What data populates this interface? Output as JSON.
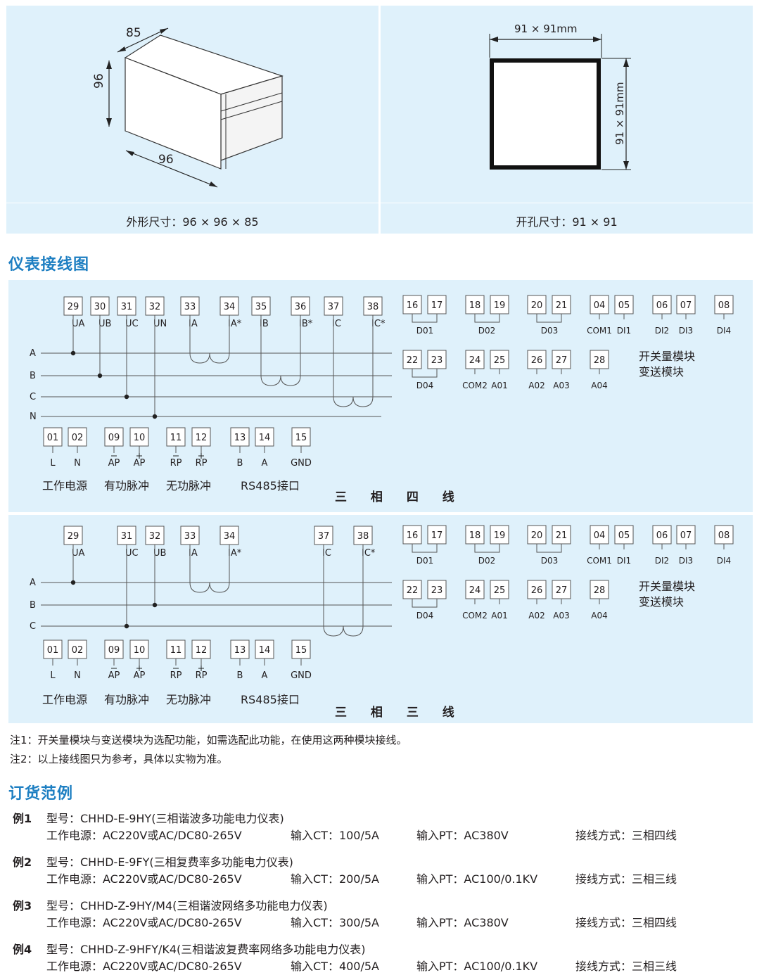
{
  "dimensions": {
    "outline": {
      "caption": "外形尺寸：96 × 96 × 85",
      "dim_depth": "85",
      "dim_height": "96",
      "dim_width": "96"
    },
    "cutout": {
      "caption": "开孔尺寸：91 × 91",
      "dim_width": "91 × 91mm",
      "dim_height": "91 × 91mm"
    }
  },
  "wiring": {
    "title": "仪表接线图",
    "three_phase_four_wire": {
      "name": "三 相 四 线",
      "terminals": [
        "29",
        "30",
        "31",
        "32",
        "33",
        "34",
        "35",
        "36",
        "37",
        "38"
      ],
      "terminal_labels": [
        "UA",
        "UB",
        "UC",
        "UN",
        "IA",
        "IA*",
        "IB",
        "IB*",
        "IC",
        "IC*"
      ],
      "lines": [
        "A",
        "B",
        "C",
        "N"
      ],
      "bottom_terminals": [
        "01",
        "02",
        "09",
        "10",
        "11",
        "12",
        "13",
        "14",
        "15"
      ],
      "bottom_labels": [
        "L",
        "N",
        "AP",
        "AP",
        "RP",
        "RP",
        "B",
        "A",
        "GND"
      ],
      "groups": [
        "工作电源",
        "有功脉冲",
        "无功脉冲",
        "RS485接口"
      ]
    },
    "three_phase_three_wire": {
      "name": "三 相 三 线",
      "terminals": [
        "29",
        "31",
        "32",
        "33",
        "34",
        "37",
        "38"
      ],
      "terminal_labels": [
        "UA",
        "UC",
        "UB",
        "IA",
        "IA*",
        "IC",
        "IC*"
      ],
      "lines": [
        "A",
        "B",
        "C"
      ],
      "bottom_terminals": [
        "01",
        "02",
        "09",
        "10",
        "11",
        "12",
        "13",
        "14",
        "15"
      ],
      "bottom_labels": [
        "L",
        "N",
        "AP",
        "AP",
        "RP",
        "RP",
        "B",
        "A",
        "GND"
      ],
      "groups": [
        "工作电源",
        "有功脉冲",
        "无功脉冲",
        "RS485接口"
      ]
    },
    "module": {
      "row1_terminals": [
        "16",
        "17",
        "18",
        "19",
        "20",
        "21",
        "04",
        "05",
        "06",
        "07",
        "08"
      ],
      "row1_labels": [
        "D01",
        "D02",
        "D03",
        "COM1",
        "DI1",
        "DI2",
        "DI3",
        "DI4"
      ],
      "row2_terminals": [
        "22",
        "23",
        "24",
        "25",
        "26",
        "27",
        "28"
      ],
      "row2_labels": [
        "D04",
        "COM2",
        "A01",
        "A02",
        "A03",
        "A04"
      ],
      "module_text_1": "开关量模块",
      "module_text_2": "变送模块"
    }
  },
  "notes": [
    "注1：开关量模块与变送模块为选配功能，如需选配此功能，在使用这两种模块接线。",
    "注2：以上接线图只为参考，具体以实物为准。"
  ],
  "ordering": {
    "title": "订货范例",
    "examples": [
      {
        "label": "例1",
        "model": "型号：CHHD-E-9HY(三相谐波多功能电力仪表)",
        "power": "工作电源：AC220V或AC/DC80-265V",
        "ct": "输入CT：100/5A",
        "pt": "输入PT：AC380V",
        "wiring": "接线方式：三相四线"
      },
      {
        "label": "例2",
        "model": "型号：CHHD-E-9FY(三相复费率多功能电力仪表)",
        "power": "工作电源：AC220V或AC/DC80-265V",
        "ct": "输入CT：200/5A",
        "pt": "输入PT：AC100/0.1KV",
        "wiring": "接线方式：三相三线"
      },
      {
        "label": "例3",
        "model": "型号：CHHD-Z-9HY/M4(三相谐波网络多功能电力仪表)",
        "power": "工作电源：AC220V或AC/DC80-265V",
        "ct": "输入CT：300/5A",
        "pt": "输入PT：AC380V",
        "wiring": "接线方式：三相四线"
      },
      {
        "label": "例4",
        "model": "型号：CHHD-Z-9HFY/K4(三相谐波复费率网络多功能电力仪表)",
        "power": "工作电源：AC220V或AC/DC80-265V",
        "ct": "输入CT：400/5A",
        "pt": "输入PT：AC100/0.1KV",
        "wiring": "接线方式：三相三线"
      }
    ]
  },
  "colors": {
    "panel": "#dff1fb",
    "heading": "#1e7fc2"
  }
}
